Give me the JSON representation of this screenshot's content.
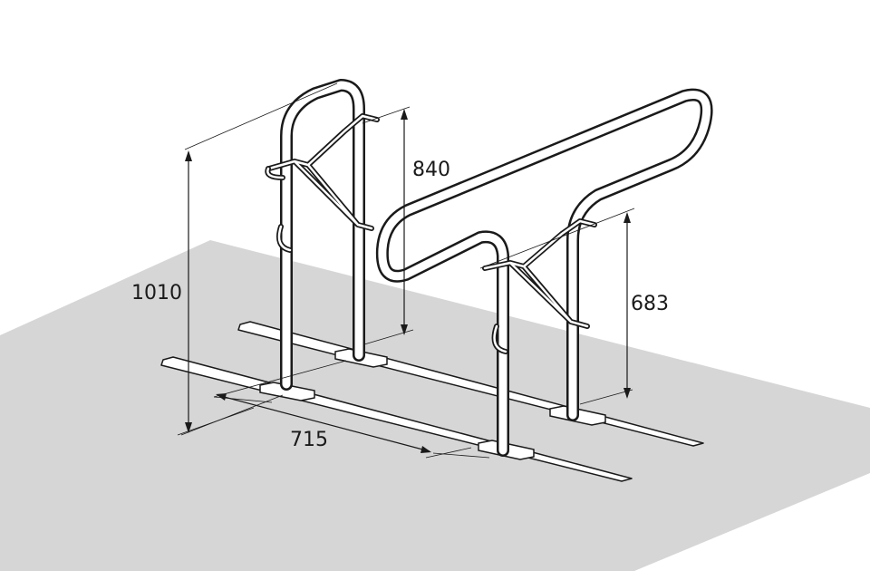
{
  "diagram": {
    "dimensions": {
      "total_height": "1010",
      "frame_height": "840",
      "holder_height": "683",
      "spacing": "715"
    },
    "colors": {
      "floor": "#d6d6d6",
      "line": "#1a1a1a",
      "background": "#ffffff"
    }
  }
}
